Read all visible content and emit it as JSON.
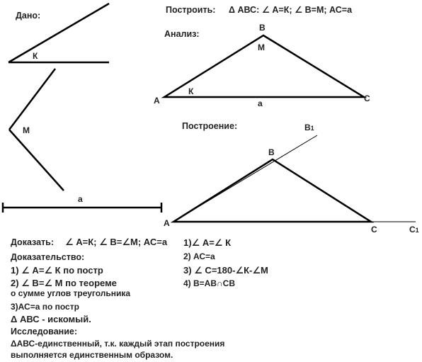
{
  "given": {
    "title": "Дано:",
    "angle_k_label": "К",
    "angle_m_label": "М",
    "segment_label": "а"
  },
  "construct": {
    "title": "Построить:",
    "task": "Δ АВС: ∠ А=К; ∠ В=М; АС=а"
  },
  "analysis": {
    "title": "Анализ:",
    "labels": {
      "A": "А",
      "B": "В",
      "C": "С",
      "M": "М",
      "K": "К",
      "a": "а"
    }
  },
  "construction": {
    "title": "Построение:",
    "labels": {
      "A": "А",
      "B": "В",
      "C": "С",
      "B1_main": "В",
      "B1_sub": "1",
      "C1_main": "С",
      "C1_sub": "1"
    },
    "steps": [
      "1)∠ А=∠ К",
      "2) АС=а",
      "3)  ∠ С=180-∠К-∠М",
      "4) В=АВ∩СВ"
    ]
  },
  "prove": {
    "title": "Доказать:",
    "statement": "∠ А=К;  ∠ В=∠М; АС=а"
  },
  "proof": {
    "title": "Доказательство:",
    "lines": [
      "1)  ∠ А=∠ К по постр",
      "2) ∠ В=∠ М по теореме",
      "о сумме углов треугольника",
      "3)АС=а по постр",
      "Δ АВС - искомый."
    ]
  },
  "research": {
    "title": "Исследование:",
    "lines": [
      "ΔАВС-единственный, т.к.  каждый этап построения",
      "выполняется единственным образом."
    ]
  }
}
